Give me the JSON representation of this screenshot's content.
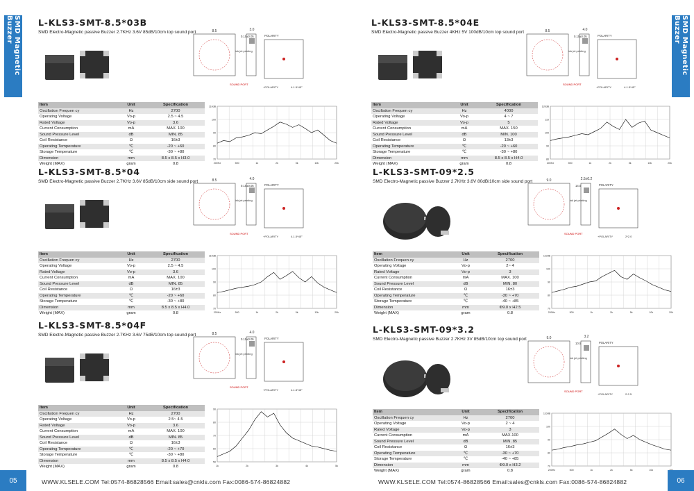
{
  "side_tab": "SMD Magnetic Buzzer",
  "spec_headers": [
    "Item",
    "Unit",
    "Specification"
  ],
  "products": [
    {
      "title": "L-KLS3-SMT-8.5*03B",
      "subtitle": "SMD Electro-Magnetic passive Buzzer  2.7KHz 3.6V 85dB/10cm top sound port",
      "drawing": {
        "w": "8.5",
        "t": "3.0",
        "tol": "0.15±0.05",
        "pol": "POLARITY",
        "inkjet": "ink jet printing",
        "port": "SOUND PORT",
        "plus": "+POLARITY",
        "pad": "4-1.5*45°"
      },
      "rows": [
        [
          "Oscillation Frequen  cy",
          "Hz",
          "2700"
        ],
        [
          "Operating Voltage",
          "Vo-p",
          "2.5 ~ 4.5"
        ],
        [
          "Rated Voltage",
          "Vo-p",
          "3.6"
        ],
        [
          "Current Consumption",
          "mA",
          "MAX. 100"
        ],
        [
          "Sound Pressure Level",
          "dB",
          "MIN. 85"
        ],
        [
          "Coil Resistance",
          "Ω",
          "16±3"
        ],
        [
          "Operating Temperature",
          "℃",
          "-20 ~ +60"
        ],
        [
          "Storage Temperature",
          "℃",
          "-30 ~ +80"
        ],
        [
          "Dimension",
          "mm",
          "8.5 x 8.5 x H3.0"
        ],
        [
          "Weight (MAX)",
          "gram",
          "0.8"
        ]
      ],
      "graph": {
        "y_ticks": [
          "110dB",
          "100",
          "90",
          "80",
          "70"
        ],
        "x_ticks": [
          "200Hz",
          "500",
          "1k",
          "2k",
          "5k",
          "10k",
          "20k"
        ],
        "curve": [
          0.3,
          0.35,
          0.33,
          0.4,
          0.42,
          0.45,
          0.5,
          0.48,
          0.55,
          0.62,
          0.7,
          0.66,
          0.6,
          0.65,
          0.58,
          0.5,
          0.55,
          0.45,
          0.35,
          0.3
        ]
      }
    },
    {
      "title": "L-KLS3-SMT-8.5*04E",
      "subtitle": "SMD Electro-Magnetic passive Buzzer  4KHz 5V 100dB/10cm top sound port",
      "drawing": {
        "w": "8.5",
        "t": "4.0",
        "tol": "0.15±0.05",
        "pol": "POLARITY",
        "inkjet": "ink jet printing",
        "port": "SOUND PORT",
        "plus": "+POLARITY",
        "pad": "4-1.5*45°"
      },
      "rows": [
        [
          "Oscillation Frequen  cy",
          "Hz",
          "4000"
        ],
        [
          "Operating Voltage",
          "Vo-p",
          "4 ~ 7"
        ],
        [
          "Rated Voltage",
          "Vo-p",
          "5"
        ],
        [
          "Current Consumption",
          "mA",
          "MAX. 150"
        ],
        [
          "Sound Pressure Level",
          "dB",
          "MIN. 100"
        ],
        [
          "Coil Resistance",
          "Ω",
          "13±3"
        ],
        [
          "Operating Temperature",
          "℃",
          "-20 ~ +60"
        ],
        [
          "Storage Temperature",
          "℃",
          "-30 ~ +80"
        ],
        [
          "Dimension",
          "mm",
          "8.5 x 8.5 x H4.0"
        ],
        [
          "Weight (MAX)",
          "gram",
          "0.8"
        ]
      ],
      "graph": {
        "y_ticks": [
          "120dB",
          "110",
          "100",
          "90",
          "80"
        ],
        "x_ticks": [
          "200Hz",
          "500",
          "1k",
          "2k",
          "5k",
          "10k",
          "20k"
        ],
        "curve": [
          0.35,
          0.38,
          0.4,
          0.42,
          0.45,
          0.48,
          0.46,
          0.52,
          0.58,
          0.7,
          0.62,
          0.56,
          0.75,
          0.6,
          0.68,
          0.72,
          0.55,
          0.5,
          0.45,
          0.4
        ]
      }
    },
    {
      "title": "L-KLS3-SMT-8.5*04",
      "subtitle": "SMD Electro-Magnetic passive Buzzer  2.7KHz 3.6V 85dB/10cm side sound port",
      "drawing": {
        "w": "8.5",
        "t": "4.0",
        "tol": "0.15±0.05",
        "pol": "POLARITY",
        "inkjet": "ink jet printing",
        "port": "SOUND PORT",
        "plus": "+POLARITY",
        "pad": "4-1.5*45°"
      },
      "rows": [
        [
          "Oscillation Frequen  cy",
          "Hz",
          "2700"
        ],
        [
          "Operating Voltage",
          "Vo-p",
          "2.5 ~ 4.5"
        ],
        [
          "Rated Voltage",
          "Vo-p",
          "3.6"
        ],
        [
          "Current Consumption",
          "mA",
          "MAX. 100"
        ],
        [
          "Sound Pressure Level",
          "dB",
          "MIN. 85"
        ],
        [
          "Coil Resistance",
          "Ω",
          "16±3"
        ],
        [
          "Operating Temperature",
          "℃",
          "-20 ~ +60"
        ],
        [
          "Storage Temperature",
          "℃",
          "-30 ~ +80"
        ],
        [
          "Dimension",
          "mm",
          "8.5 x 8.5 x H4.0"
        ],
        [
          "Weight (MAX)",
          "gram",
          "0.8"
        ]
      ],
      "graph": {
        "y_ticks": [
          "110dB",
          "100",
          "90",
          "80",
          "70"
        ],
        "x_ticks": [
          "200Hz",
          "500",
          "1k",
          "2k",
          "5k",
          "10k",
          "20k"
        ],
        "curve": [
          0.3,
          0.32,
          0.35,
          0.38,
          0.4,
          0.42,
          0.45,
          0.5,
          0.6,
          0.68,
          0.55,
          0.62,
          0.7,
          0.58,
          0.5,
          0.6,
          0.48,
          0.4,
          0.35,
          0.3
        ]
      }
    },
    {
      "title": "L-KLS3-SMT-09*2.5",
      "subtitle": "SMD Electro-Magnetic passive Buzzer  2.7KHz 3.6V 80dB/10cm side sound port",
      "drawing": {
        "w": "9.0",
        "t": "2.5±0.2",
        "tol": "14.5",
        "pol": "POLARITY",
        "inkjet": "ink jet printing",
        "port": "SOUND PORT",
        "plus": "+POLARITY",
        "pad": "2*2.0"
      },
      "rows": [
        [
          "Oscillation Frequen  cy",
          "Hz",
          "2700"
        ],
        [
          "Operating Voltage",
          "Vo-p",
          "2~ 4"
        ],
        [
          "Rated Voltage",
          "Vo-p",
          "3"
        ],
        [
          "Current Consumption",
          "mA",
          "MAX. 100"
        ],
        [
          "Sound Pressure Level",
          "dB",
          "MIN. 80"
        ],
        [
          "Coil Resistance",
          "Ω",
          "16±3"
        ],
        [
          "Operating Temperature",
          "℃",
          "-30 ~ +70"
        ],
        [
          "Storage Temperature",
          "℃",
          "-40 ~ +85"
        ],
        [
          "Dimension",
          "mm",
          "Φ9.0 x H2.5"
        ],
        [
          "Weight (MAX)",
          "gram",
          "0.8"
        ]
      ],
      "graph": {
        "y_ticks": [
          "110dB",
          "100",
          "90",
          "80",
          "70"
        ],
        "x_ticks": [
          "200Hz",
          "500",
          "1k",
          "2k",
          "5k",
          "10k",
          "20k"
        ],
        "curve": [
          0.3,
          0.33,
          0.36,
          0.4,
          0.42,
          0.46,
          0.5,
          0.52,
          0.6,
          0.66,
          0.72,
          0.6,
          0.55,
          0.65,
          0.58,
          0.52,
          0.45,
          0.4,
          0.35,
          0.32
        ]
      }
    },
    {
      "title": "L-KLS3-SMT-8.5*04F",
      "subtitle": "SMD Electro-Magnetic passive Buzzer  2.7KHz 3.6V 75dB/10cm top sound port",
      "drawing": {
        "w": "8.5",
        "t": "4.0",
        "tol": "0.15±0.05",
        "pol": "POLARITY",
        "inkjet": "ink jet printing",
        "port": "SOUND PORT",
        "plus": "+POLARITY",
        "pad": "4-1.8*45°"
      },
      "rows": [
        [
          "Oscillation Frequen  cy",
          "Hz",
          "2700"
        ],
        [
          "Operating Voltage",
          "Vo-p",
          "2.5~ 4.5"
        ],
        [
          "Rated Voltage",
          "Vo-p",
          "3.6"
        ],
        [
          "Current Consumption",
          "mA",
          "MAX. 100"
        ],
        [
          "Sound Pressure Level",
          "dB",
          "MIN. 85"
        ],
        [
          "Coil Resistance",
          "Ω",
          "16±3"
        ],
        [
          "Operating Temperature",
          "℃",
          "-20 ~ +70"
        ],
        [
          "Storage Temperature",
          "℃",
          "-30 ~ +80"
        ],
        [
          "Dimension",
          "mm",
          "8.5 x 8.5 x H4.0"
        ],
        [
          "Weight (MAX)",
          "gram",
          "0.8"
        ]
      ],
      "graph": {
        "y_ticks": [
          "90",
          "80",
          "70",
          "60",
          "50"
        ],
        "x_ticks": [
          "1k",
          "2k",
          "3k",
          "4k",
          "5k"
        ],
        "curve": [
          0.1,
          0.15,
          0.2,
          0.3,
          0.45,
          0.6,
          0.8,
          0.95,
          0.85,
          0.92,
          0.7,
          0.55,
          0.45,
          0.4,
          0.35,
          0.3,
          0.28,
          0.25,
          0.22,
          0.2
        ]
      }
    },
    {
      "title": "L-KLS3-SMT-09*3.2",
      "subtitle": "SMD Electro-Magnetic passive Buzzer  2.7KHz 3V 85dB/10cm top sound port",
      "drawing": {
        "w": "9.0",
        "t": "3.2",
        "tol": "10.5",
        "pol": "POLARITY",
        "inkjet": "ink jet printing",
        "port": "SOUND PORT",
        "plus": "+POLARITY",
        "pad": "2-2.5"
      },
      "rows": [
        [
          "Oscillation Frequen  cy",
          "Hz",
          "2700"
        ],
        [
          "Operating Voltage",
          "Vo-p",
          "2 ~ 4"
        ],
        [
          "Rated Voltage",
          "Vo-p",
          "3"
        ],
        [
          "Current Consumption",
          "mA",
          "MAX.100"
        ],
        [
          "Sound Pressure Level",
          "dB",
          "MIN. 85"
        ],
        [
          "Coil Resistance",
          "Ω",
          "16±3"
        ],
        [
          "Operating Temperature",
          "℃",
          "-30 ~ +70"
        ],
        [
          "Storage Temperature",
          "℃",
          "-40 ~ +85"
        ],
        [
          "Dimension",
          "mm",
          "Φ9.0 x H3.2"
        ],
        [
          "Weight (MAX)",
          "gram",
          "0.8"
        ]
      ],
      "graph": {
        "y_ticks": [
          "110dB",
          "100",
          "90",
          "80",
          "70"
        ],
        "x_ticks": [
          "200Hz",
          "500",
          "1k",
          "2k",
          "5k",
          "10k",
          "20k"
        ],
        "curve": [
          0.3,
          0.32,
          0.35,
          0.37,
          0.4,
          0.42,
          0.45,
          0.48,
          0.55,
          0.62,
          0.7,
          0.6,
          0.52,
          0.58,
          0.5,
          0.45,
          0.4,
          0.36,
          0.32,
          0.3
        ]
      }
    }
  ],
  "footer": {
    "left_page": "05",
    "right_page": "06",
    "contact": "WWW.KLSELE.COM      Tel:0574-86828566      Email:sales@cnkls.com      Fax:0086-574-86824882"
  }
}
